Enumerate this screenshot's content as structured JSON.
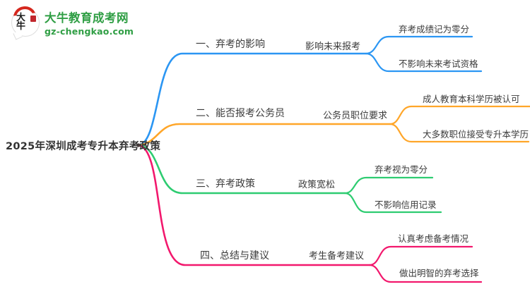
{
  "logo": {
    "icon_text": "大牛",
    "site_name": "大牛教育成考网",
    "site_url": "gz-chengkao.com",
    "brand_green": "#2f9e44",
    "seal_red": "#c1272d"
  },
  "root": {
    "label": "2025年深圳成考专升本弃考政策"
  },
  "branches": [
    {
      "label": "一、弃考的影响",
      "sub_label": "影响未来报考",
      "color": "#2b96f3",
      "children": [
        {
          "label": "弃考成绩记为零分"
        },
        {
          "label": "不影响未来考试资格"
        }
      ]
    },
    {
      "label": "二、能否报考公务员",
      "sub_label": "公务员职位要求",
      "color": "#ffa629",
      "children": [
        {
          "label": "成人教育本科学历被认可"
        },
        {
          "label": "大多数职位接受专升本学历"
        }
      ]
    },
    {
      "label": "三、弃考政策",
      "sub_label": "政策宽松",
      "color": "#2ecc71",
      "children": [
        {
          "label": "弃考视为零分"
        },
        {
          "label": "不影响信用记录"
        }
      ]
    },
    {
      "label": "四、总结与建议",
      "sub_label": "考生备考建议",
      "color": "#f2186d",
      "children": [
        {
          "label": "认真考虑备考情况"
        },
        {
          "label": "做出明智的弃考选择"
        }
      ]
    }
  ]
}
